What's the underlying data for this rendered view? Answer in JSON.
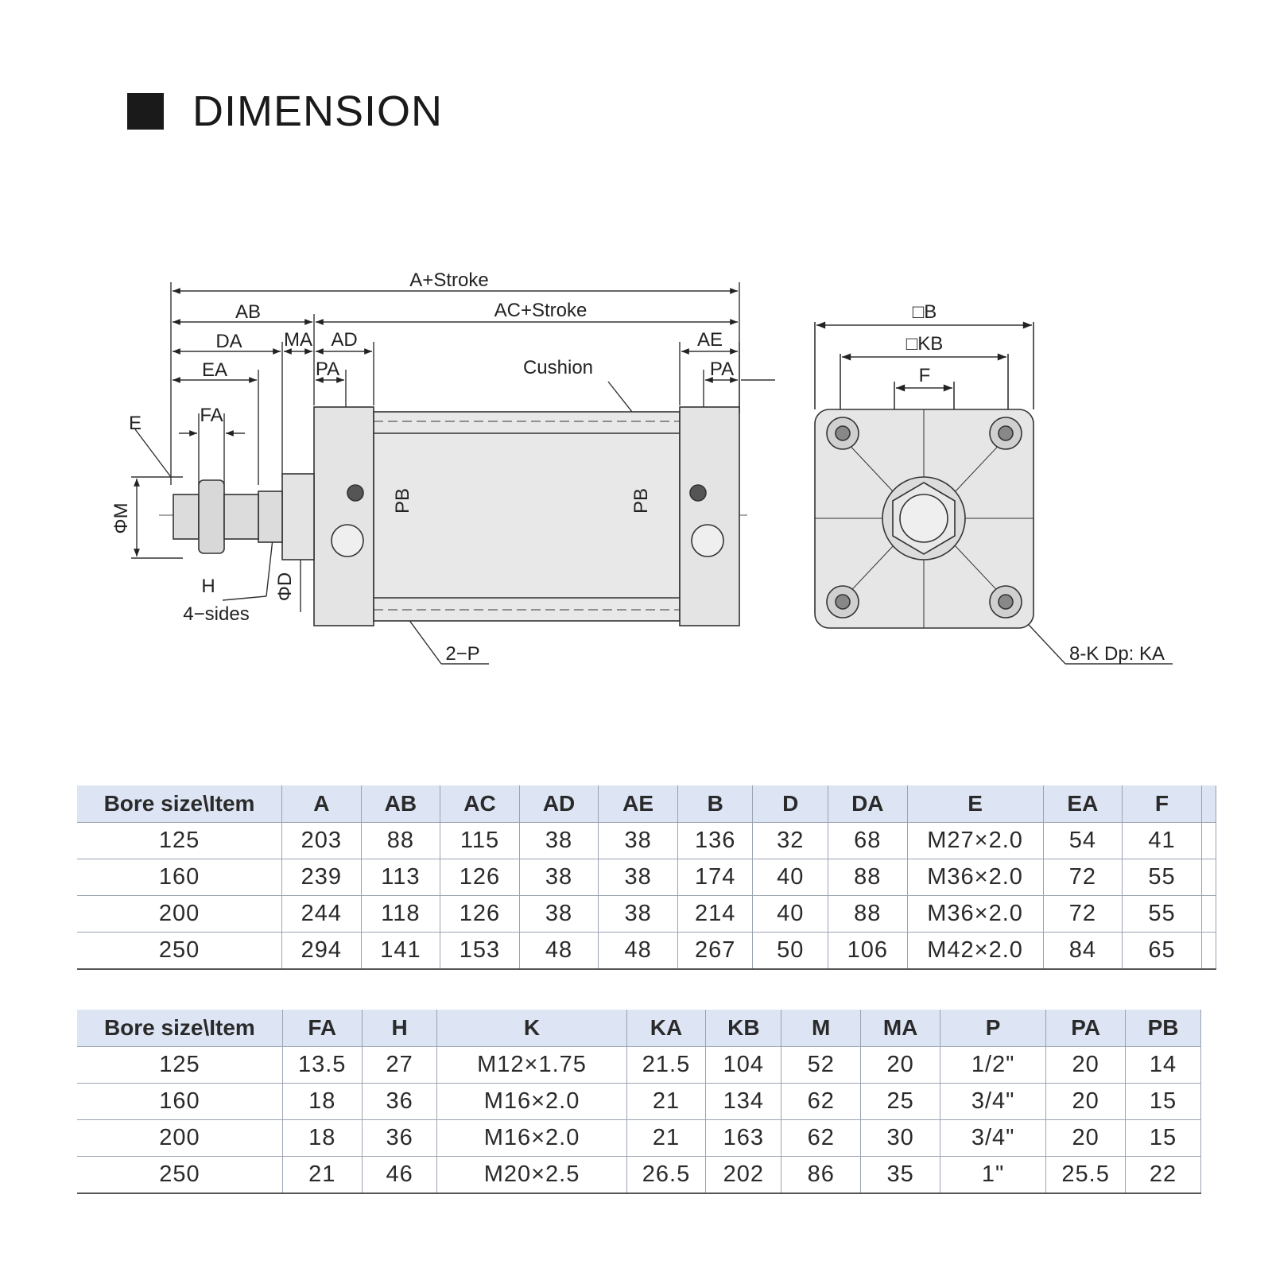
{
  "header": {
    "title": "DIMENSION"
  },
  "diagram": {
    "dim_a_stroke": "A+Stroke",
    "dim_ab": "AB",
    "dim_ac_stroke": "AC+Stroke",
    "dim_da": "DA",
    "dim_ma": "MA",
    "dim_ad": "AD",
    "dim_ea": "EA",
    "dim_pa_left": "PA",
    "dim_ae": "AE",
    "dim_pa_right": "PA",
    "cushion": "Cushion",
    "dim_e": "E",
    "dim_fa": "FA",
    "dim_phi_m": "ΦM",
    "dim_phi_d": "ΦD",
    "dim_h": "H",
    "four_sides": "4−sides",
    "dim_pb_left": "PB",
    "dim_pb_right": "PB",
    "two_p": "2−P",
    "dim_b": "□B",
    "dim_kb": "□KB",
    "dim_f": "F",
    "eight_k": "8-K Dp: KA"
  },
  "table1": {
    "headers": [
      "Bore size\\Item",
      "A",
      "AB",
      "AC",
      "AD",
      "AE",
      "B",
      "D",
      "DA",
      "E",
      "EA",
      "F"
    ],
    "rows": [
      [
        "125",
        "203",
        "88",
        "115",
        "38",
        "38",
        "136",
        "32",
        "68",
        "M27×2.0",
        "54",
        "41"
      ],
      [
        "160",
        "239",
        "113",
        "126",
        "38",
        "38",
        "174",
        "40",
        "88",
        "M36×2.0",
        "72",
        "55"
      ],
      [
        "200",
        "244",
        "118",
        "126",
        "38",
        "38",
        "214",
        "40",
        "88",
        "M36×2.0",
        "72",
        "55"
      ],
      [
        "250",
        "294",
        "141",
        "153",
        "48",
        "48",
        "267",
        "50",
        "106",
        "M42×2.0",
        "84",
        "65"
      ]
    ]
  },
  "table2": {
    "headers": [
      "Bore size\\Item",
      "FA",
      "H",
      "K",
      "KA",
      "KB",
      "M",
      "MA",
      "P",
      "PA",
      "PB"
    ],
    "rows": [
      [
        "125",
        "13.5",
        "27",
        "M12×1.75",
        "21.5",
        "104",
        "52",
        "20",
        "1/2\"",
        "20",
        "14"
      ],
      [
        "160",
        "18",
        "36",
        "M16×2.0",
        "21",
        "134",
        "62",
        "25",
        "3/4\"",
        "20",
        "15"
      ],
      [
        "200",
        "18",
        "36",
        "M16×2.0",
        "21",
        "163",
        "62",
        "30",
        "3/4\"",
        "20",
        "15"
      ],
      [
        "250",
        "21",
        "46",
        "M20×2.5",
        "26.5",
        "202",
        "86",
        "35",
        "1\"",
        "25.5",
        "22"
      ]
    ]
  }
}
